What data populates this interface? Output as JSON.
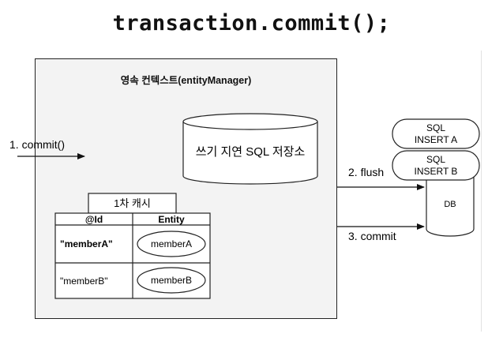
{
  "title": "transaction.commit();",
  "context": {
    "label": "영속 컨텍스트(entityManager)",
    "write_behind_store": "쓰기 지연 SQL 저장소",
    "first_level_cache": {
      "label": "1차 캐시",
      "headers": [
        "@Id",
        "Entity"
      ],
      "rows": [
        {
          "id": "\"memberA\"",
          "entity": "memberA"
        },
        {
          "id": "\"memberB\"",
          "entity": "memberB"
        }
      ]
    }
  },
  "arrows": {
    "commit_in": "1. commit()",
    "flush": "2. flush",
    "commit_db": "3. commit"
  },
  "sql_queue": [
    {
      "line1": "SQL",
      "line2": "INSERT A"
    },
    {
      "line1": "SQL",
      "line2": "INSERT B"
    }
  ],
  "db_label": "DB"
}
